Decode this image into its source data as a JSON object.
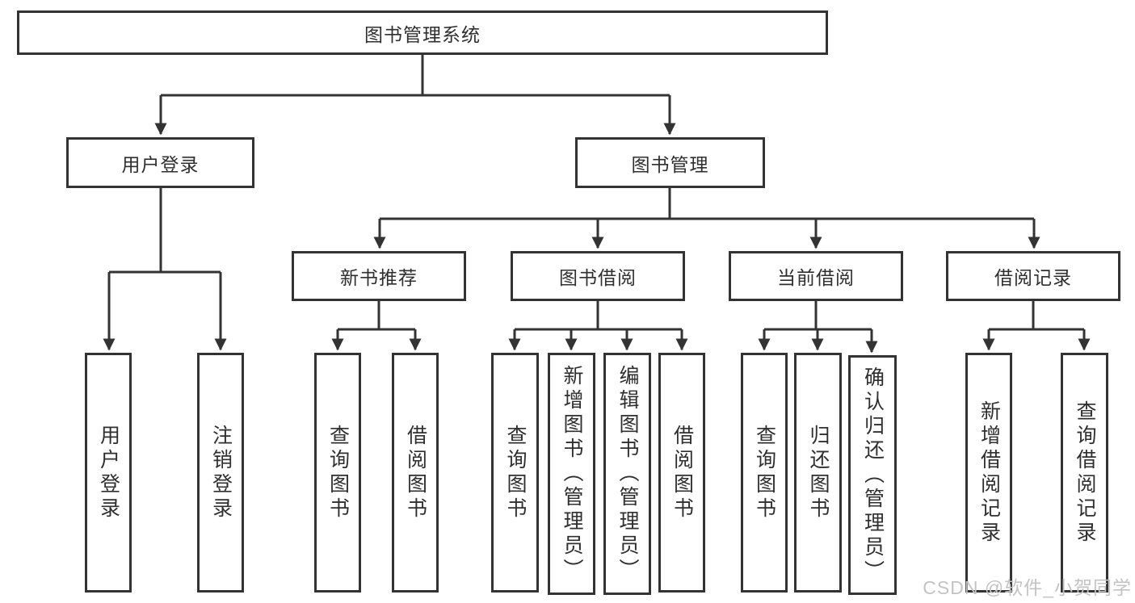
{
  "diagram": {
    "type": "hierarchy-tree",
    "watermark": "CSDN @软件_小贺同学",
    "colors": {
      "line": "#333333",
      "box_border": "#333333",
      "box_fill": "#ffffff",
      "text": "#2f2f2f",
      "watermark": "#c3c3c3",
      "background": "#ffffff"
    },
    "tree": {
      "label": "图书管理系统",
      "children": [
        {
          "label": "用户登录",
          "children": [
            {
              "label": "用户登录"
            },
            {
              "label": "注销登录"
            }
          ]
        },
        {
          "label": "图书管理",
          "children": [
            {
              "label": "新书推荐",
              "children": [
                {
                  "label": "查询图书"
                },
                {
                  "label": "借阅图书"
                }
              ]
            },
            {
              "label": "图书借阅",
              "children": [
                {
                  "label": "查询图书"
                },
                {
                  "label": "新增图书（管理员）"
                },
                {
                  "label": "编辑图书（管理员）"
                },
                {
                  "label": "借阅图书"
                }
              ]
            },
            {
              "label": "当前借阅",
              "children": [
                {
                  "label": "查询图书"
                },
                {
                  "label": "归还图书"
                },
                {
                  "label": "确认归还（管理员）"
                }
              ]
            },
            {
              "label": "借阅记录",
              "children": [
                {
                  "label": "新增借阅记录"
                },
                {
                  "label": "查询借阅记录"
                }
              ]
            }
          ]
        }
      ]
    }
  }
}
